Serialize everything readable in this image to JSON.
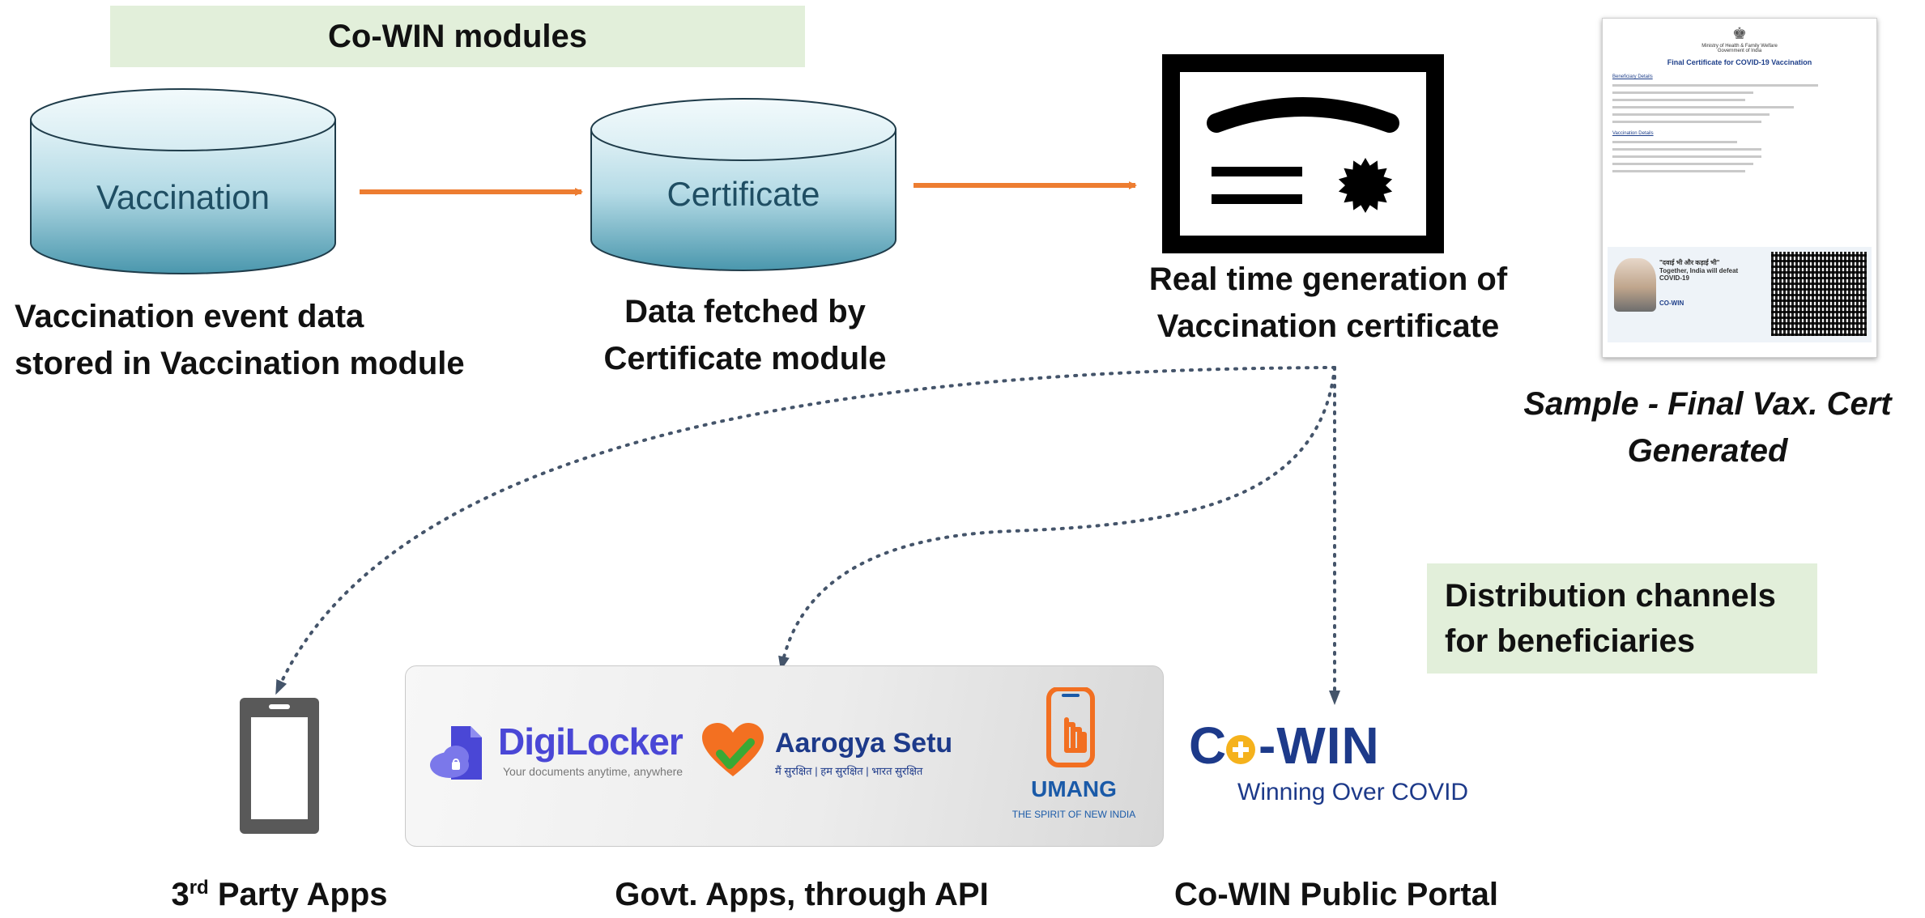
{
  "modules_banner": "Co-WIN modules",
  "cylinders": {
    "vaccination": "Vaccination",
    "certificate": "Certificate"
  },
  "captions": {
    "vaccination_line1": "Vaccination event data",
    "vaccination_line2": "stored in Vaccination module",
    "certificate_line1": "Data fetched by",
    "certificate_line2": "Certificate module",
    "generation_line1": "Real time generation of",
    "generation_line2": "Vaccination certificate",
    "sample_line1": "Sample - Final Vax. Cert",
    "sample_line2": "Generated"
  },
  "sample_certificate": {
    "line1": "Ministry of Health & Family Welfare",
    "line2": "Government of India",
    "title": "Final Certificate for COVID-19 Vaccination",
    "beneficiary_heading": "Beneficiary Details",
    "vaccination_heading": "Vaccination Details",
    "quote": "\"दवाई भी और कड़ाई भी\"",
    "quote_en": "Together, India will defeat COVID-19",
    "logo": "CO-WIN"
  },
  "distribution_banner": {
    "line1": "Distribution channels",
    "line2": "for beneficiaries"
  },
  "apps": {
    "digilocker_name": "DigiLocker",
    "digilocker_tagline": "Your documents anytime, anywhere",
    "aarogya_name": "Aarogya Setu",
    "aarogya_tagline": "मैं सुरक्षित | हम सुरक्षित | भारत सुरक्षित",
    "umang_name": "UMANG",
    "umang_tagline": "THE SPIRIT OF NEW INDIA"
  },
  "cowin_logo": {
    "prefix": "C",
    "suffix": "-WIN",
    "tagline": "Winning Over COVID"
  },
  "bottom_labels": {
    "third_party_base": "3",
    "third_party_sup": "rd",
    "third_party_rest": " Party Apps",
    "govt": "Govt. Apps, through API",
    "portal": "Co-WIN Public Portal"
  },
  "colors": {
    "banner_bg": "#e2efda",
    "arrow": "#ed7d31",
    "dotted": "#44546a",
    "cylinder_top": "#d8edf3",
    "cylinder_bottom": "#4c9ab0",
    "digilocker": "#4a47d6",
    "aarogya_heart": "#f37021",
    "aarogya_check": "#3aa935",
    "umang_orange": "#f26f21",
    "umang_blue": "#1a5aa8",
    "cowin_blue": "#1d3a8a"
  }
}
